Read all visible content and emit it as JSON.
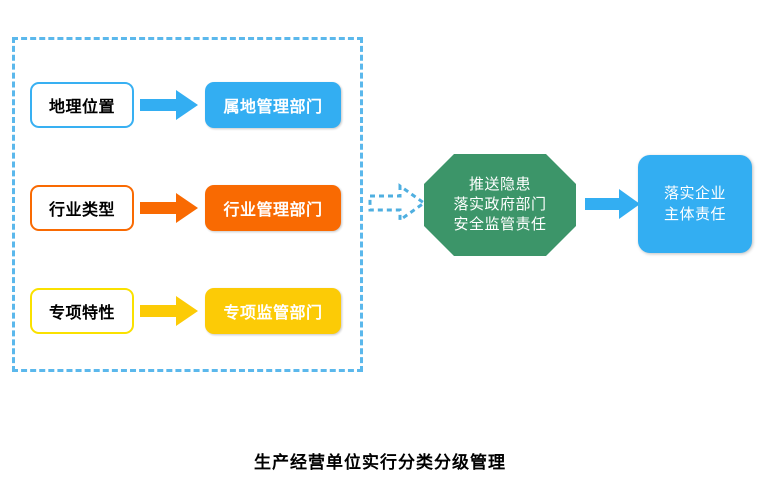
{
  "diagram": {
    "caption": "生产经营单位实行分类分级管理",
    "group": {
      "name": "classification-criteria-group",
      "border_color": "#5BB8EC",
      "border_style": "dashed"
    },
    "rows": [
      {
        "criterion": "地理位置",
        "department": "属地管理部门",
        "color": "#33AEF2",
        "border_color": "#38B0F2",
        "arrow_color": "#33AEF2"
      },
      {
        "criterion": "行业类型",
        "department": "行业管理部门",
        "color": "#F96A02",
        "border_color": "#F96A02",
        "arrow_color": "#F96A02"
      },
      {
        "criterion": "专项特性",
        "department": "专项监管部门",
        "color": "#FCCB06",
        "border_color": "#FAE100",
        "arrow_color": "#FCCB06"
      }
    ],
    "connector_arrow": {
      "style": "dashed-outline",
      "color": "#4FAFE0"
    },
    "process": {
      "shape": "octagon",
      "color": "#3C9569",
      "lines": [
        "推送隐患",
        "落实政府部门",
        "安全监管责任"
      ]
    },
    "final_arrow": {
      "color": "#33AEF2"
    },
    "outcome": {
      "shape": "rounded-rect",
      "color": "#33AEF2",
      "lines": [
        "落实企业",
        "主体责任"
      ]
    }
  }
}
